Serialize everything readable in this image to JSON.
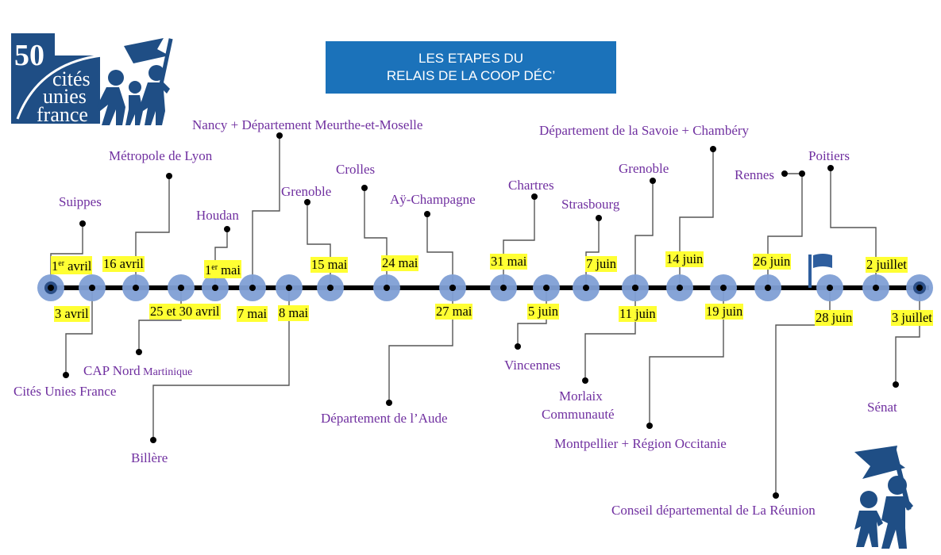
{
  "header": {
    "title_line1": "LES ETAPES DU",
    "title_line2": "RELAIS DE LA COOP DÉC’"
  },
  "logo": {
    "number": "50",
    "line1": "cités",
    "line2": "unies",
    "line3": "france",
    "icon": "people-with-flag-icon"
  },
  "colors": {
    "title_bg": "#1b72ba",
    "place_text": "#7030a0",
    "date_highlight": "#ffff33",
    "node_fill": "#7f9fd5",
    "timeline": "#000000",
    "logo_blue": "#1f4e85",
    "flag": "#2e5e9e"
  },
  "timeline": {
    "stages": [
      {
        "date": "1",
        "date_sup": "er",
        "date_rest": " avril",
        "place": "Suippes",
        "side": "top"
      },
      {
        "date": "3 avril",
        "place": "Cités Unies France",
        "side": "bottom"
      },
      {
        "date": "16 avril",
        "place": "Métropole de Lyon",
        "side": "top"
      },
      {
        "date": "25 et 30 avril",
        "place": "CAP Nord",
        "place_small": " Martinique",
        "side": "bottom"
      },
      {
        "date": "1",
        "date_sup": "er",
        "date_rest": " mai",
        "place": "Houdan",
        "side": "top"
      },
      {
        "date": "7 mai",
        "place": "Nancy + Département Meurthe-et-Moselle",
        "side": "top"
      },
      {
        "date": "8 mai",
        "place": "Billère",
        "side": "bottom"
      },
      {
        "date": "15 mai",
        "place": "Grenoble",
        "side": "top"
      },
      {
        "date": "24 mai",
        "place": "Crolles",
        "side": "top"
      },
      {
        "date": "27 mai",
        "place": "Aÿ-Champagne",
        "side": "top"
      },
      {
        "date": "27 mai",
        "place": "Département de l’Aude",
        "side": "bottom"
      },
      {
        "date": "31 mai",
        "place": "Chartres",
        "side": "top"
      },
      {
        "date": "5 juin",
        "place": "Vincennes",
        "side": "bottom"
      },
      {
        "date": "7 juin",
        "place": "Strasbourg",
        "side": "top"
      },
      {
        "date": "11 juin",
        "place": "Grenoble",
        "side": "top"
      },
      {
        "date": "11 juin",
        "place": "Morlaix Communauté",
        "side": "bottom"
      },
      {
        "date": "14 juin",
        "place": "Département de la Savoie + Chambéry",
        "side": "top"
      },
      {
        "date": "19 juin",
        "place": "Montpellier + Région Occitanie",
        "side": "bottom"
      },
      {
        "date": "26 juin",
        "place": "Rennes",
        "side": "top"
      },
      {
        "date": "28 juin",
        "place": "Conseil départemental de La Réunion",
        "side": "bottom"
      },
      {
        "date": "2 juillet",
        "place": "Poitiers",
        "side": "top"
      },
      {
        "date": "3 juillet",
        "place": "Sénat",
        "side": "bottom"
      }
    ],
    "labels": {
      "d_1avril_num": "1",
      "d_1avril_sup": "er",
      "d_1avril_rest": " avril",
      "d_3avril": "3 avril",
      "d_16avril": "16 avril",
      "d_25avril": "25 et 30 avril",
      "d_1mai_num": "1",
      "d_1mai_sup": "er",
      "d_1mai_rest": " mai",
      "d_7mai": "7 mai",
      "d_8mai": "8 mai",
      "d_15mai": "15 mai",
      "d_24mai": "24 mai",
      "d_27mai": "27 mai",
      "d_31mai": "31 mai",
      "d_5juin": "5 juin",
      "d_7juin": "7 juin",
      "d_11juin": "11 juin",
      "d_14juin": "14 juin",
      "d_19juin": "19 juin",
      "d_26juin": "26 juin",
      "d_28juin": "28 juin",
      "d_2juillet": "2 juillet",
      "d_3juillet": "3 juillet",
      "p_suippes": "Suippes",
      "p_cites": "Cités Unies France",
      "p_lyon": "Métropole de Lyon",
      "p_capnord": "CAP Nord",
      "p_capnord_small": " Martinique",
      "p_houdan": "Houdan",
      "p_nancy": "Nancy + Département Meurthe-et-Moselle",
      "p_billere": "Billère",
      "p_grenoble1": "Grenoble",
      "p_crolles": "Crolles",
      "p_ay": "Aÿ-Champagne",
      "p_aude": "Département de l’Aude",
      "p_chartres": "Chartres",
      "p_vincennes": "Vincennes",
      "p_strasbourg": "Strasbourg",
      "p_grenoble2": "Grenoble",
      "p_morlaix1": "Morlaix",
      "p_morlaix2": "Communauté",
      "p_savoie": "Département de la Savoie + Chambéry",
      "p_montpellier": "Montpellier + Région Occitanie",
      "p_rennes": "Rennes",
      "p_reunion": "Conseil départemental de La Réunion",
      "p_poitiers": "Poitiers",
      "p_senat": "Sénat"
    },
    "flag_marker": "flag-icon"
  }
}
